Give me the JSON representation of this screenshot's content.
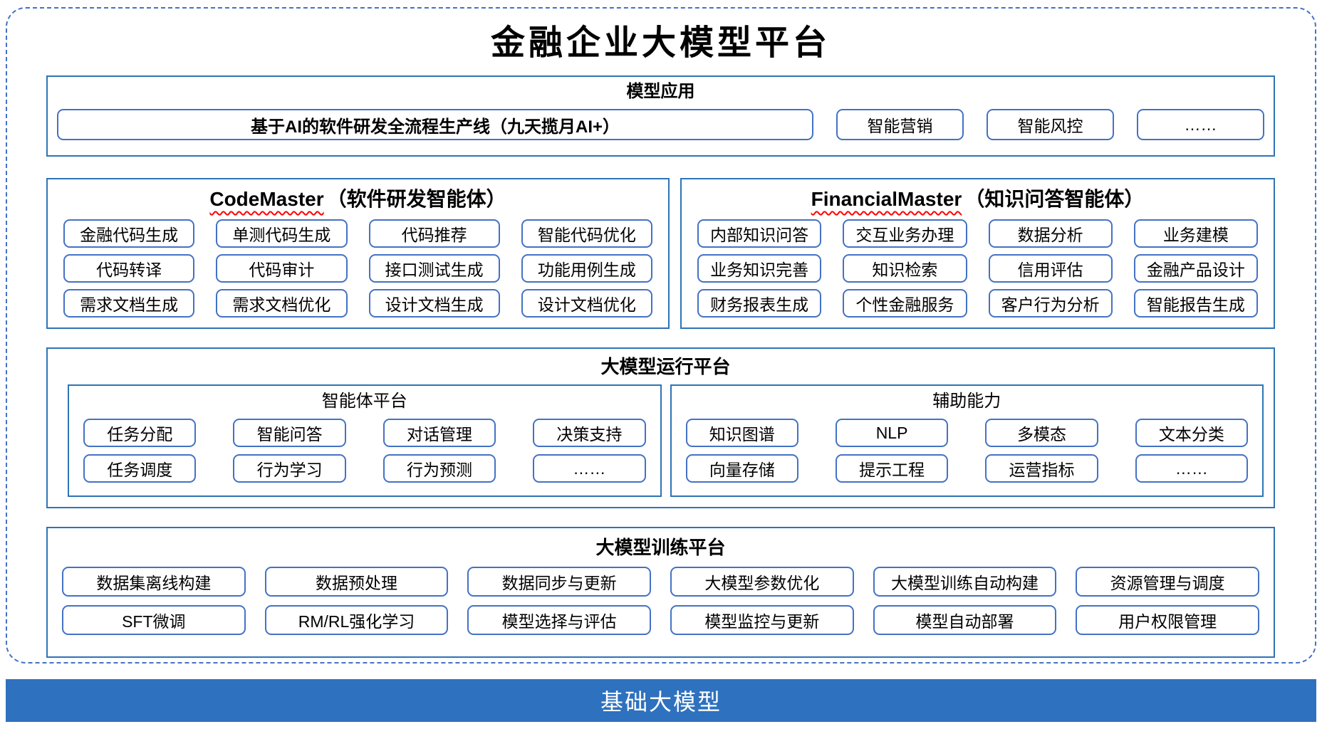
{
  "page_title": "金融企业大模型平台",
  "colors": {
    "dashed_border": "#4472C4",
    "section_border": "#2E74B5",
    "box_border": "#4472C4",
    "foundation_bg": "#2E71BE",
    "squiggle": "#FF0000"
  },
  "model_app": {
    "title": "模型应用",
    "main_item": "基于AI的软件研发全流程生产线（九天揽月AI+）",
    "items": [
      "智能营销",
      "智能风控",
      "……"
    ]
  },
  "code_master": {
    "title_en": "CodeMaster",
    "title_zh": "（软件研发智能体）",
    "items": [
      "金融代码生成",
      "单测代码生成",
      "代码推荐",
      "智能代码优化",
      "代码转译",
      "代码审计",
      "接口测试生成",
      "功能用例生成",
      "需求文档生成",
      "需求文档优化",
      "设计文档生成",
      "设计文档优化"
    ]
  },
  "financial_master": {
    "title_en": "FinancialMaster",
    "title_zh": "（知识问答智能体）",
    "items": [
      "内部知识问答",
      "交互业务办理",
      "数据分析",
      "业务建模",
      "业务知识完善",
      "知识检索",
      "信用评估",
      "金融产品设计",
      "财务报表生成",
      "个性金融服务",
      "客户行为分析",
      "智能报告生成"
    ]
  },
  "runtime_platform": {
    "title": "大模型运行平台",
    "agent_platform": {
      "title": "智能体平台",
      "items": [
        "任务分配",
        "智能问答",
        "对话管理",
        "决策支持",
        "任务调度",
        "行为学习",
        "行为预测",
        "……"
      ]
    },
    "aux_capabilities": {
      "title": "辅助能力",
      "items": [
        "知识图谱",
        "NLP",
        "多模态",
        "文本分类",
        "向量存储",
        "提示工程",
        "运营指标",
        "……"
      ]
    }
  },
  "training_platform": {
    "title": "大模型训练平台",
    "items": [
      "数据集离线构建",
      "数据预处理",
      "数据同步与更新",
      "大模型参数优化",
      "大模型训练自动构建",
      "资源管理与调度",
      "SFT微调",
      "RM/RL强化学习",
      "模型选择与评估",
      "模型监控与更新",
      "模型自动部署",
      "用户权限管理"
    ]
  },
  "foundation_model": {
    "title": "基础大模型"
  }
}
